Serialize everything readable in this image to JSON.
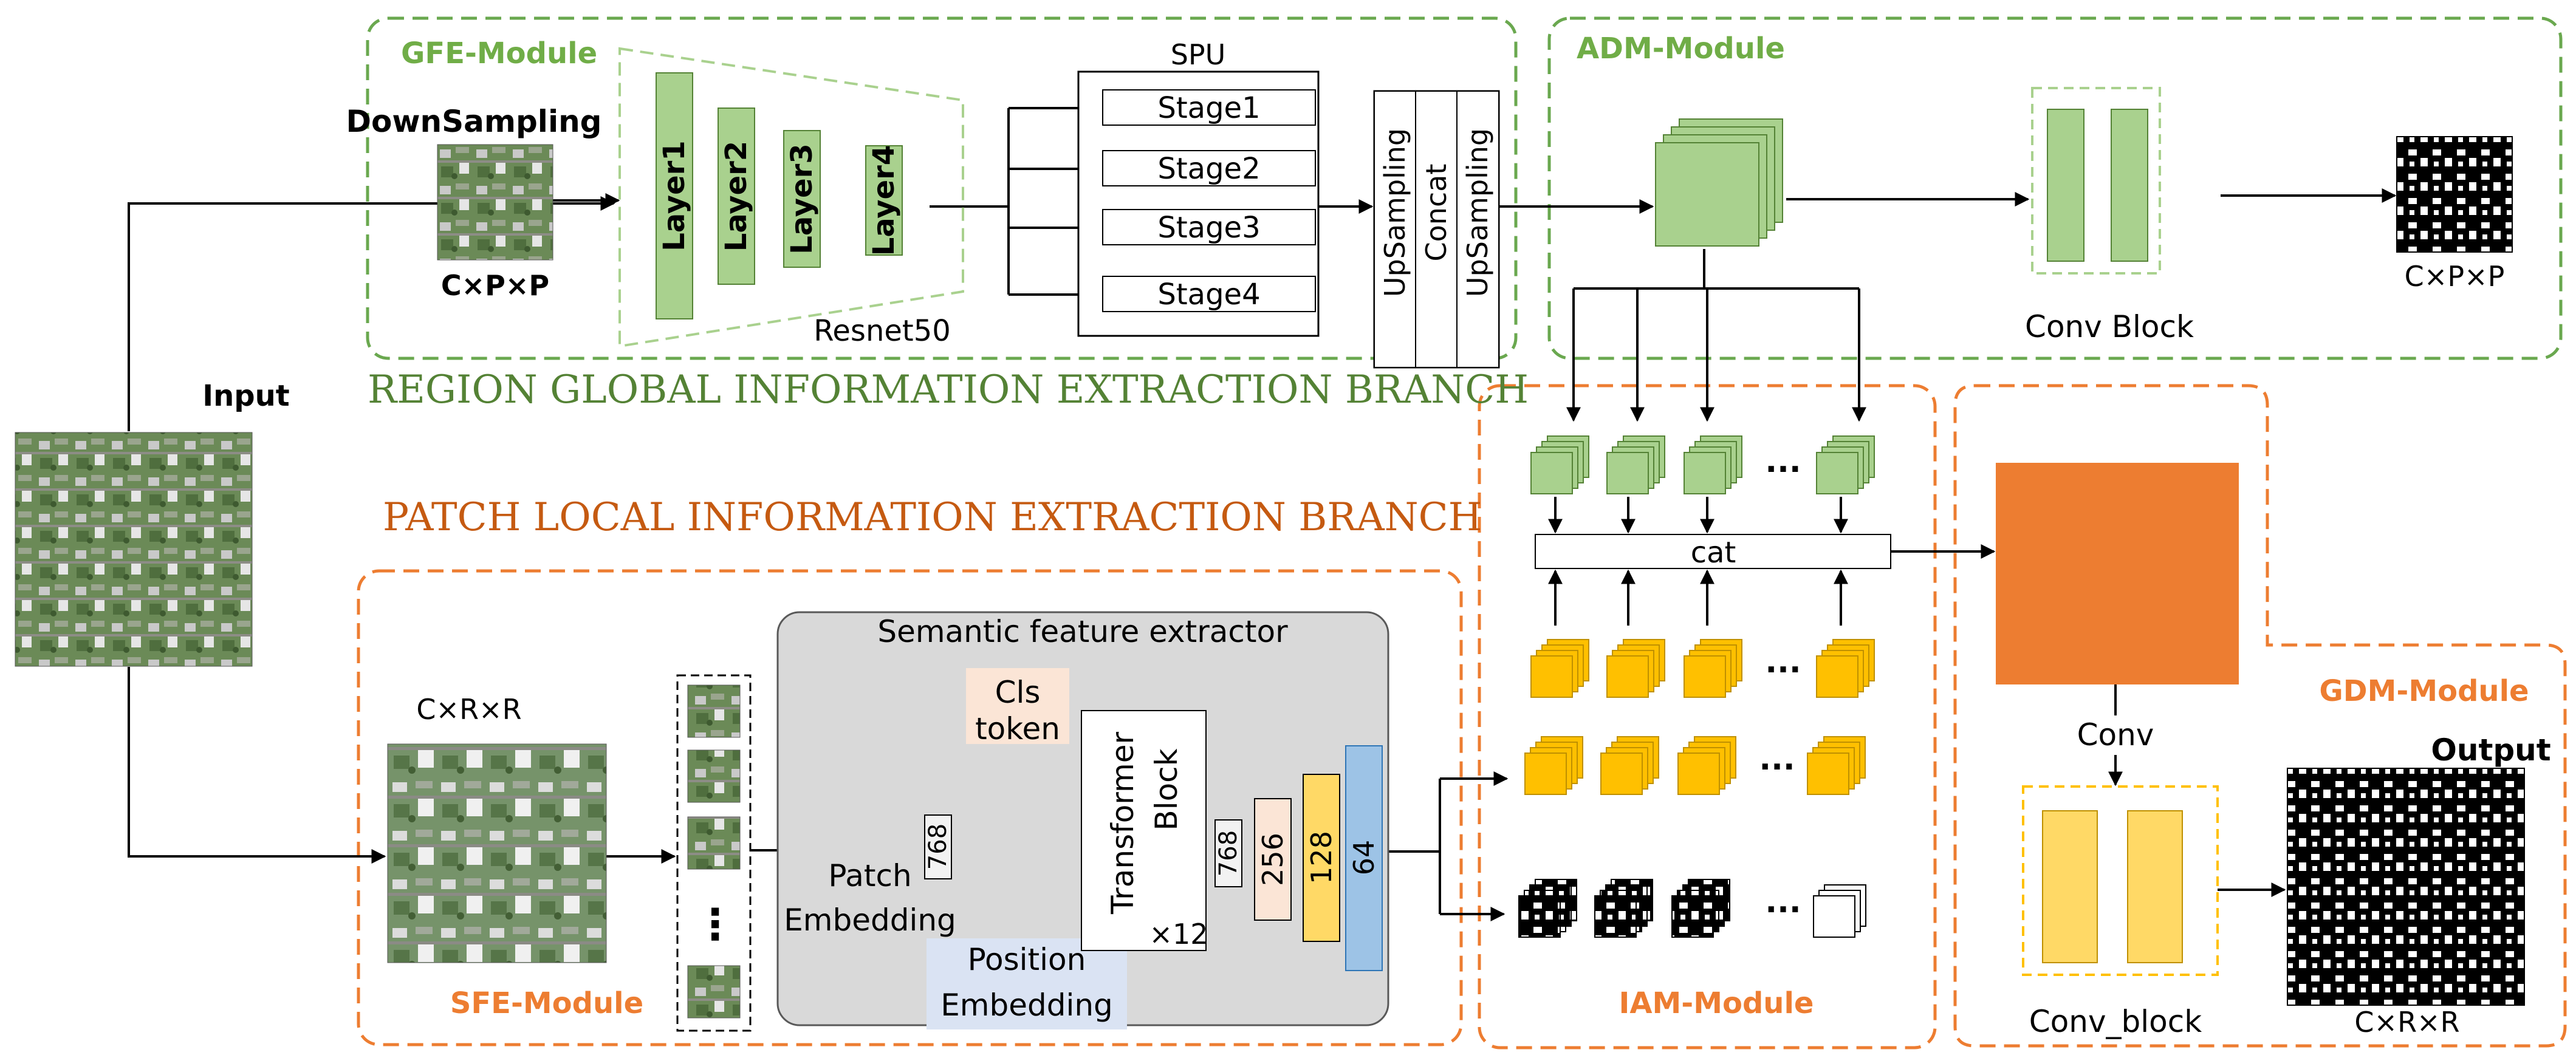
{
  "colors": {
    "green_dash": "#6aa84f",
    "green_title": "#70ad47",
    "green_fill": "#a9d18e",
    "green_stroke": "#548235",
    "orange_dash": "#ed7d31",
    "orange_fill": "#ed7d31",
    "yellow_fill": "#ffc000",
    "yellow_stroke": "#bf9000",
    "lightyellow_fill": "#ffd966",
    "peach_fill": "#fbe5d6",
    "blue_fill": "#9dc3e6",
    "blue_stroke": "#2e75b6",
    "lavender_fill": "#dae3f3",
    "gray_fill": "#d9d9d9",
    "text_dark": "#000000",
    "branch_green": "#548235",
    "branch_orange": "#c55a11"
  },
  "modules": {
    "gfe": "GFE-Module",
    "adm": "ADM-Module",
    "sfe": "SFE-Module",
    "iam": "IAM-Module",
    "gdm": "GDM-Module"
  },
  "branches": {
    "region": "REGION GLOBAL INFORMATION EXTRACTION BRANCH",
    "patch": "PATCH LOCAL INFORMATION EXTRACTION BRANCH"
  },
  "labels": {
    "input": "Input",
    "downsampling": "DownSampling",
    "cpp": "C×P×P",
    "crr": "C×R×R",
    "resnet": "Resnet50",
    "spu": "SPU",
    "upsampling": "UpSampling",
    "concat": "Concat",
    "conv_block": "Conv Block",
    "cat": "cat",
    "conv": "Conv",
    "conv_block2": "Conv_block",
    "output": "Output",
    "sem_extractor": "Semantic feature extractor",
    "cls_token_1": "Cls",
    "cls_token_2": "token",
    "patch_emb_1": "Patch",
    "patch_emb_2": "Embedding",
    "pos_emb_1": "Position",
    "pos_emb_2": "Embedding",
    "transformer_1": "Transformer",
    "transformer_2": "Block",
    "times12": "×12",
    "ellipsis": "...",
    "vellipsis": "⋮"
  },
  "layers": [
    "Layer1",
    "Layer2",
    "Layer3",
    "Layer4"
  ],
  "stages": [
    "Stage1",
    "Stage2",
    "Stage3",
    "Stage4"
  ],
  "dims": [
    "768",
    "768",
    "256",
    "128",
    "64"
  ]
}
